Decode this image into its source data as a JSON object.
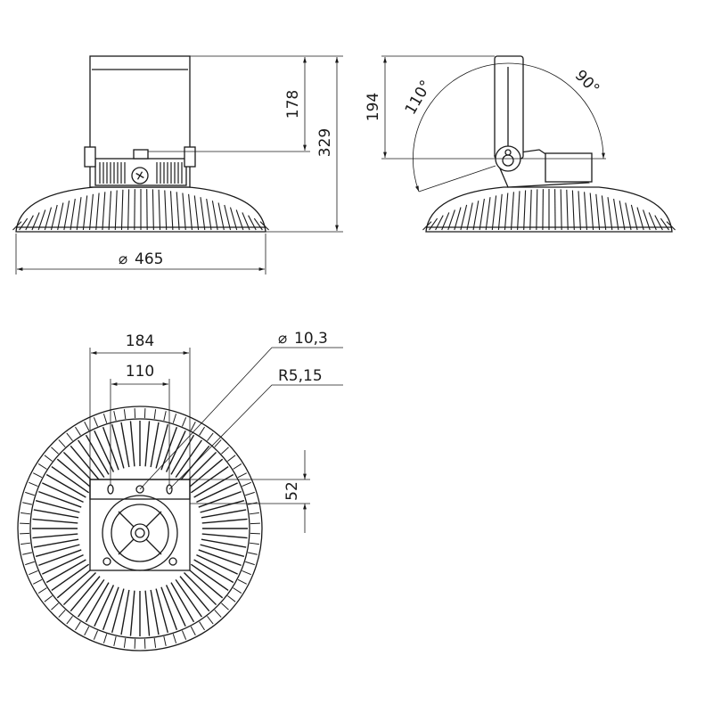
{
  "drawing": {
    "side_view": {
      "height_bracket": "178",
      "height_total": "329",
      "diameter": "465"
    },
    "tilt_view": {
      "height": "194",
      "angle_back": "110°",
      "angle_front": "90°"
    },
    "bottom_view": {
      "width_outer": "184",
      "width_inner": "110",
      "hole_diameter": "10,3",
      "slot_radius": "R5,15",
      "offset": "52"
    },
    "diameter_symbol": "⌀"
  },
  "colors": {
    "line": "#1a1a1a",
    "background": "#ffffff"
  }
}
